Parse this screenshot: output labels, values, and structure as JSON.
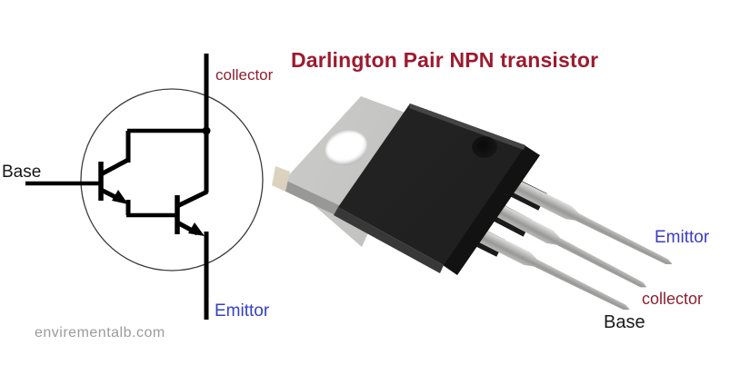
{
  "title": "Darlington Pair NPN transistor",
  "schematic": {
    "base_label": "Base",
    "collector_label": "collector",
    "emitter_label": "Emittor"
  },
  "photo": {
    "emitter_label": "Emittor",
    "collector_label": "collector",
    "base_label": "Base"
  },
  "watermark": "envirementalb.com",
  "colors": {
    "title": "#9c1b2e",
    "collector_label": "#8d2030",
    "emitter_label": "#3a40c4",
    "base_label": "#161616",
    "watermark": "#9b9b9b",
    "schematic_stroke": "#000000",
    "transistor_body": "#232323",
    "metal_tab": "#c7c7c5",
    "legs": "#aeaeac",
    "background": "#ffffff"
  }
}
